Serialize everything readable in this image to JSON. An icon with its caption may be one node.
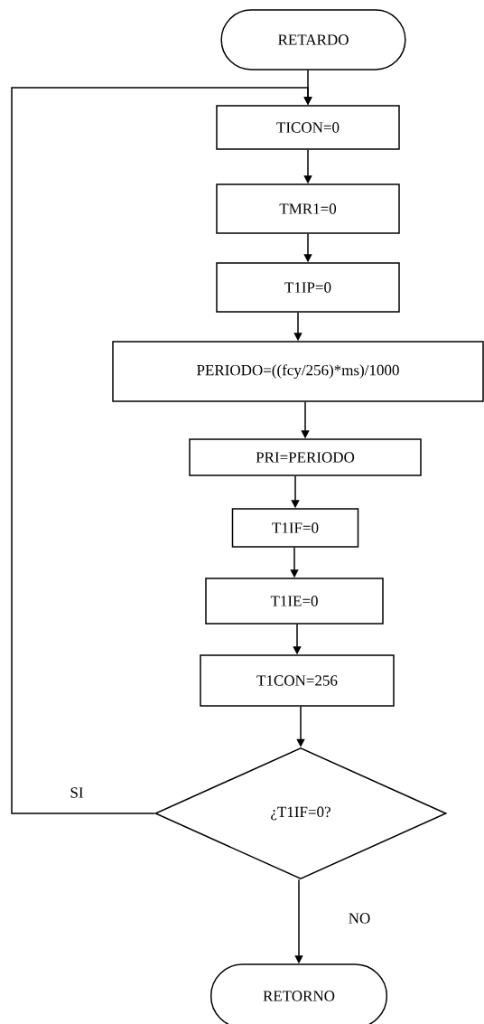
{
  "diagram": {
    "nodes": [
      {
        "text": [
          "RETARDO"
        ]
      },
      {
        "text": [
          "TICON=0"
        ]
      },
      {
        "text": [
          "TMR1=0"
        ]
      },
      {
        "text": [
          "T1IP=0"
        ]
      },
      {
        "text": [
          "PERIODO=((fcy/256)*ms)/1000"
        ]
      },
      {
        "text": [
          "PRI=PERIODO"
        ]
      },
      {
        "text": [
          "T1IF=0"
        ]
      },
      {
        "text": [
          "T1IE=0"
        ]
      },
      {
        "text": [
          "T1CON=256"
        ]
      },
      {
        "text": [
          "¿T1IF=0?"
        ]
      },
      {
        "text": [
          "RETORNO"
        ]
      }
    ],
    "edges": [
      {
        "from": 0,
        "to": 1,
        "arrow": "to"
      },
      {
        "from": 1,
        "to": 2,
        "arrow": "to"
      },
      {
        "from": 2,
        "to": 3,
        "arrow": "to"
      },
      {
        "from": 3,
        "to": 4,
        "arrow": "to"
      },
      {
        "from": 4,
        "to": 5,
        "arrow": "to"
      },
      {
        "from": 5,
        "to": 6,
        "arrow": "to"
      },
      {
        "from": 6,
        "to": 7,
        "arrow": "to"
      },
      {
        "from": 7,
        "to": 8,
        "arrow": "to"
      },
      {
        "from": 8,
        "to": 9,
        "arrow": "to"
      },
      {
        "from": 9,
        "to": 10,
        "arrow": "to",
        "label": "NO"
      },
      {
        "from": 9,
        "to": 1,
        "arrow": "to",
        "label": "SI"
      }
    ]
  }
}
